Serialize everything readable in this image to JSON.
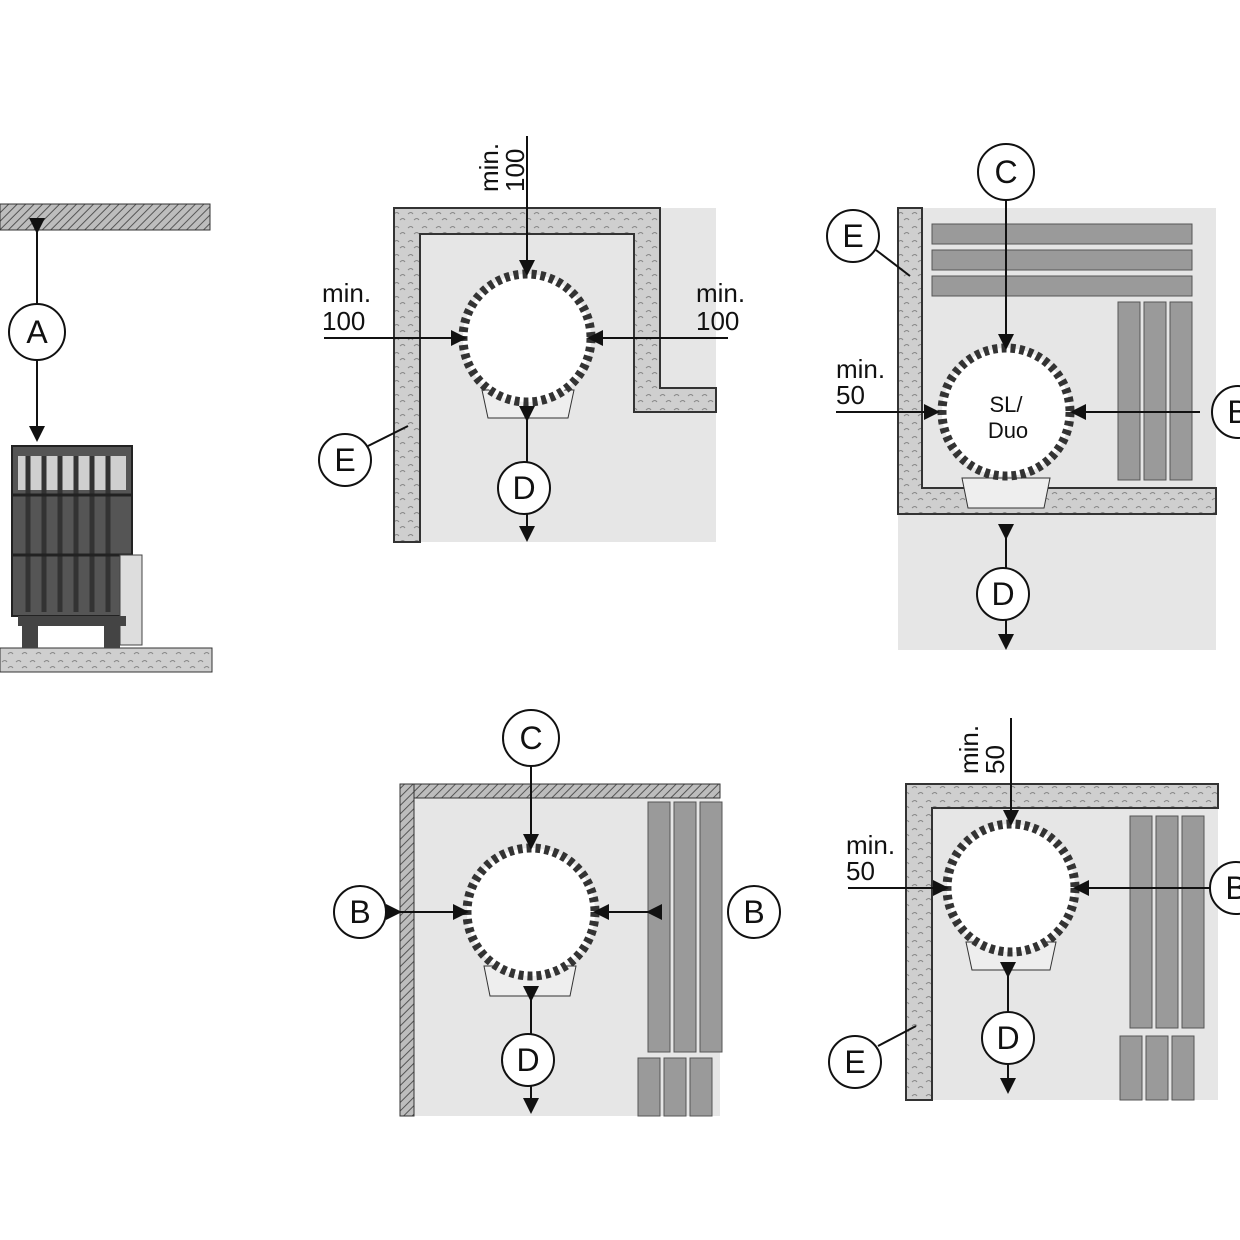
{
  "callouts": {
    "a": "A",
    "b": "B",
    "c": "C",
    "d": "D",
    "e": "E"
  },
  "dims": {
    "min": "min.",
    "v100": "100",
    "v50": "50"
  },
  "heater_model": {
    "line1": "SL/",
    "line2": "Duo"
  },
  "colors": {
    "room": "#e6e6e6",
    "wall": "#c8c8c8",
    "bench": "#9a9a9a",
    "line": "#111111"
  }
}
